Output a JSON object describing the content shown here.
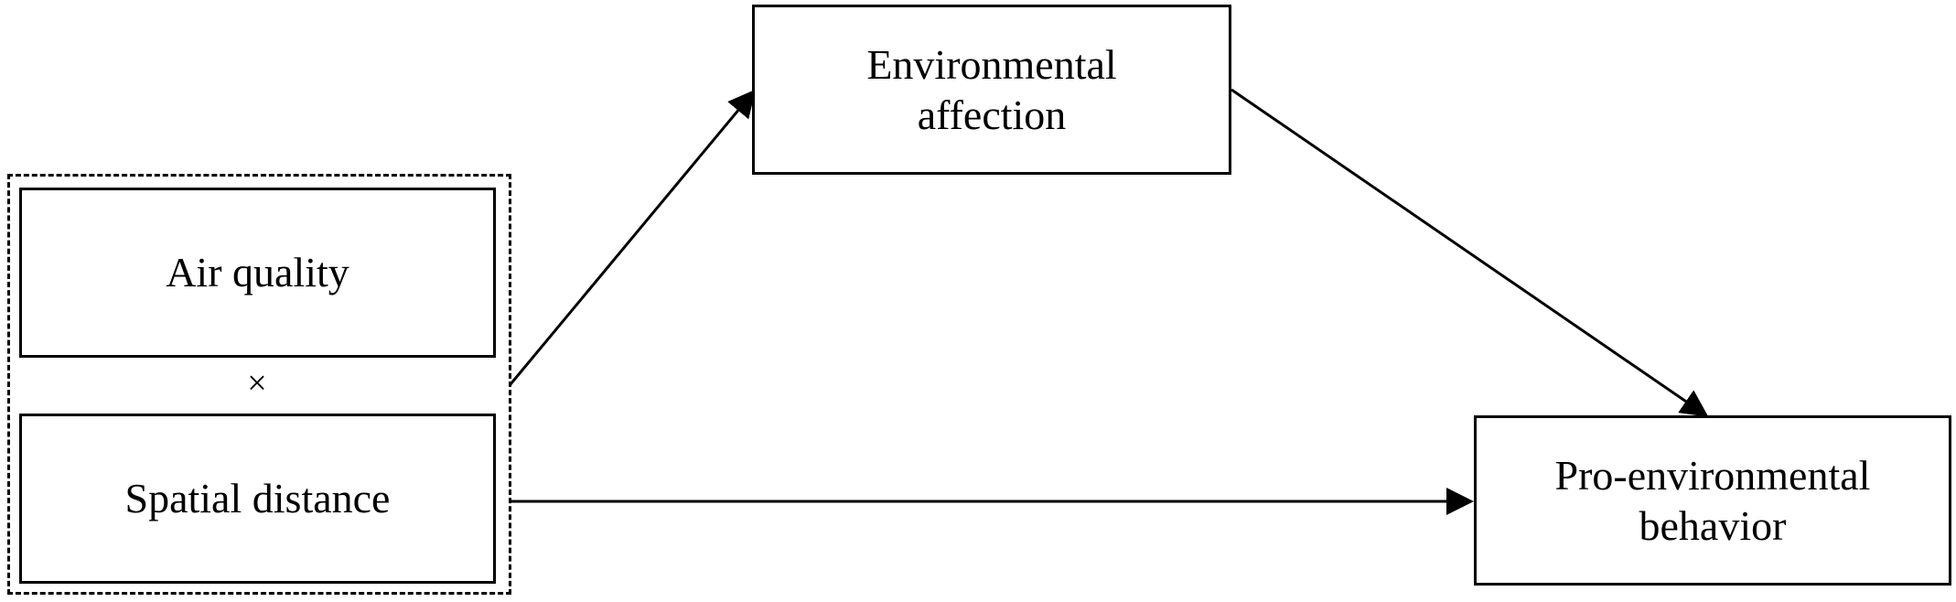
{
  "diagram": {
    "nodes": {
      "air_quality": {
        "label": "Air quality"
      },
      "spatial_distance": {
        "label": "Spatial distance"
      },
      "environmental_affection": {
        "label": "Environmental\naffection"
      },
      "pro_environmental_behavior": {
        "label": "Pro-environmental\nbehavior"
      }
    },
    "interaction_symbol": "×",
    "edges": [
      {
        "from": "interaction_group",
        "to": "environmental_affection"
      },
      {
        "from": "environmental_affection",
        "to": "pro_environmental_behavior"
      },
      {
        "from": "interaction_group",
        "to": "pro_environmental_behavior"
      }
    ],
    "colors": {
      "line": "#000000",
      "background": "#ffffff"
    }
  }
}
